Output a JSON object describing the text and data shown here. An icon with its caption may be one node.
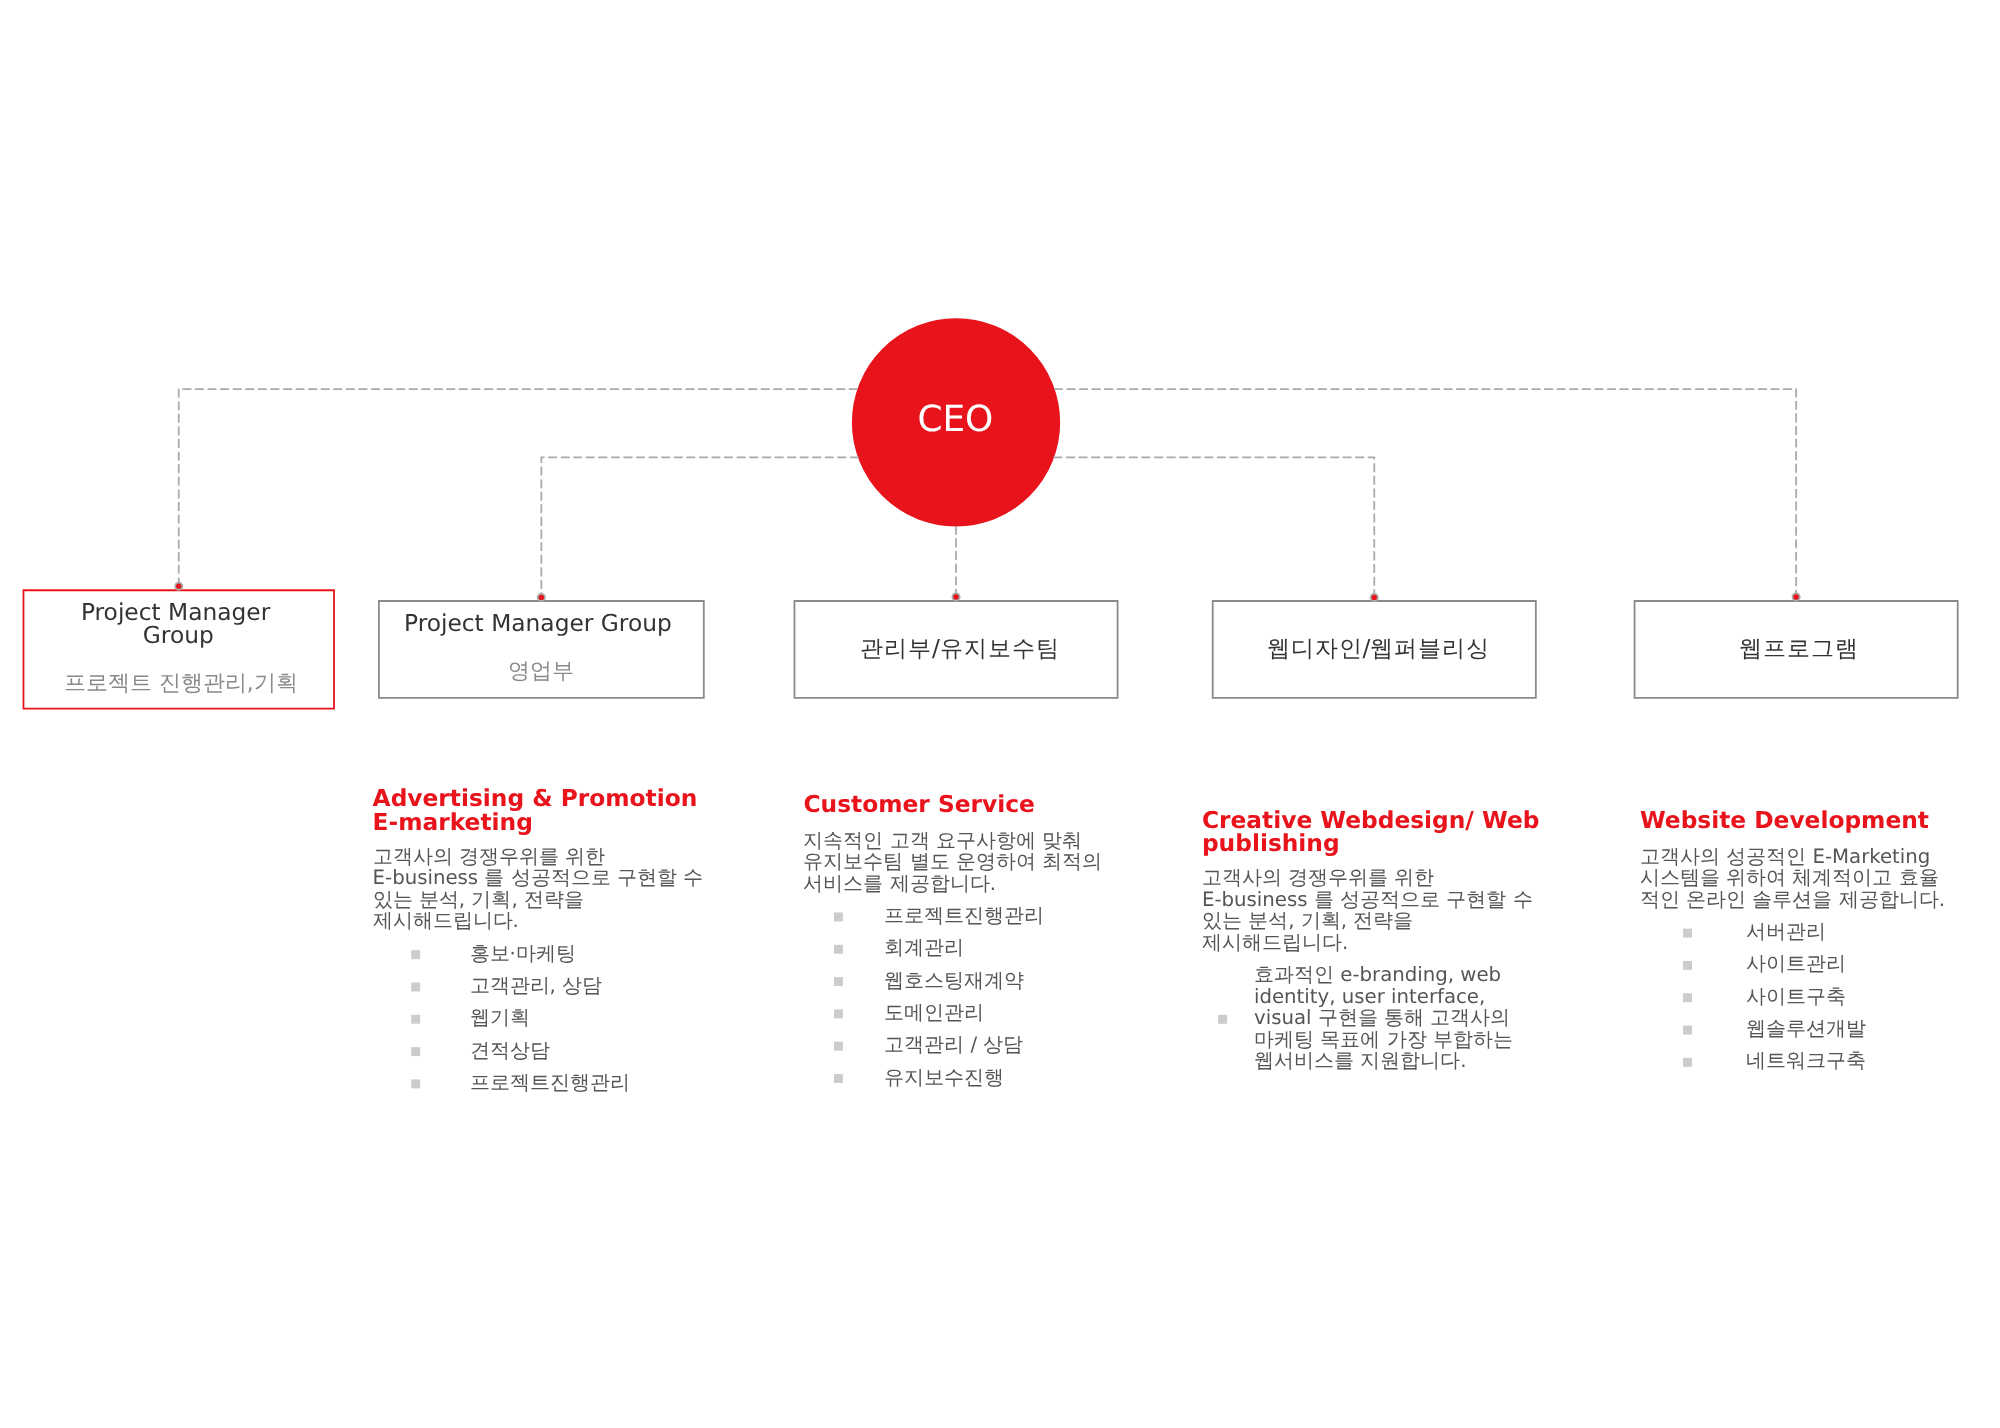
{
  "diagram": {
    "nodes": [
      {
        "text": [
          "CEO"
        ]
      },
      {
        "text": [
          "Project Manager Group",
          "프로젝트 진행관리,기획"
        ]
      },
      {
        "text": [
          "Project Manager Group",
          "영업부"
        ],
        "beside": [
          "Advertising & Promotion E-marketing",
          "고객사의 경쟁우위를 위한 E-business 를 성공적으로 구현할 수 있는 분석, 기획, 전략을 제시해드립니다.",
          "홍보·마케팅",
          "고객관리, 상담",
          "웹기획",
          "견적상담",
          "프로젝트진행관리"
        ]
      },
      {
        "text": [
          "관리부/유지보수팀"
        ],
        "beside": [
          "Customer Service",
          "지속적인 고객 요구사항에 맞춰 유지보수팀 별도 운영하여 최적의 서비스를 제공합니다.",
          "프로젝트진행관리",
          "회계관리",
          "웹호스팅재계약",
          "도메인관리",
          "고객관리 / 상담",
          "유지보수진행"
        ]
      },
      {
        "text": [
          "웹디자인/웹퍼블리싱"
        ],
        "beside": [
          "Creative Webdesign/ Web publishing",
          "고객사의 경쟁우위를 위한 E-business 를 성공적으로 구현할 수 있는 분석, 기획, 전략을 제시해드립니다.",
          "효과적인 e-branding, web identity, user interface, visual 구현을 통해 고객사의 마케팅 목표에 가장 부합하는 웹서비스를 지원합니다."
        ]
      },
      {
        "text": [
          "웹프로그램"
        ],
        "beside": [
          "Website Development",
          "고객사의 성공적인 E-Marketing 시스템을 위하여 체계적이고 효율 적인 온라인 솔루션을 제공합니다.",
          "서버관리",
          "사이트관리",
          "사이트구축",
          "웹솔루션개발",
          "네트워크구축"
        ]
      }
    ],
    "edges": [
      {
        "from": 0,
        "to": 1,
        "arrow": "other",
        "style": "dashed"
      },
      {
        "from": 0,
        "to": 2,
        "arrow": "other",
        "style": "dashed"
      },
      {
        "from": 0,
        "to": 3,
        "arrow": "other",
        "style": "dashed"
      },
      {
        "from": 0,
        "to": 4,
        "arrow": "other",
        "style": "dashed"
      },
      {
        "from": 0,
        "to": 5,
        "arrow": "other",
        "style": "dashed"
      }
    ]
  }
}
